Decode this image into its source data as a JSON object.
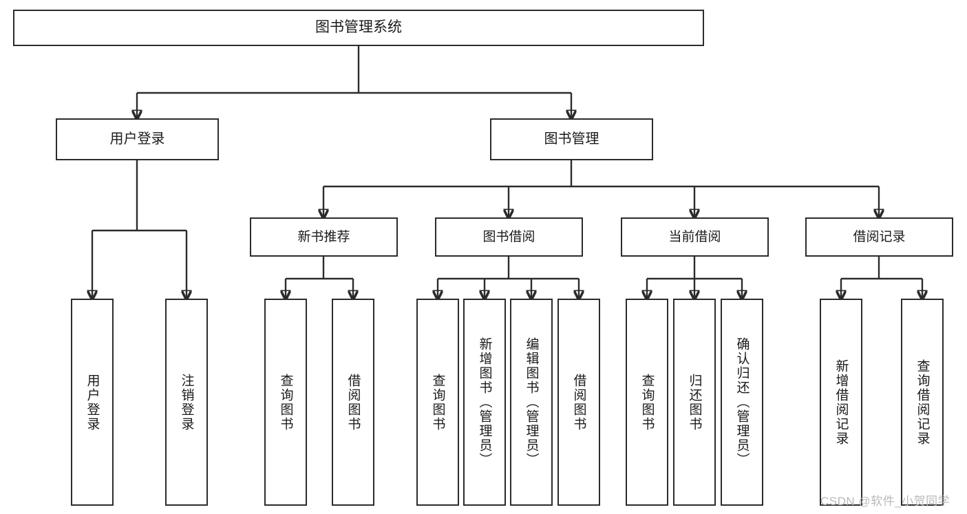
{
  "diagram": {
    "title": "图书管理系统",
    "type": "tree",
    "root": {
      "label": "图书管理系统"
    },
    "level1": [
      {
        "label": "用户登录"
      },
      {
        "label": "图书管理"
      }
    ],
    "level2": [
      {
        "label": "新书推荐"
      },
      {
        "label": "图书借阅"
      },
      {
        "label": "当前借阅"
      },
      {
        "label": "借阅记录"
      }
    ],
    "leaves": {
      "user_login": [
        {
          "label": "用户登录"
        },
        {
          "label": "注销登录"
        }
      ],
      "new_book_recommend": [
        {
          "label": "查询图书"
        },
        {
          "label": "借阅图书"
        }
      ],
      "book_borrow": [
        {
          "label": "查询图书"
        },
        {
          "label": "新增图书（管理员）"
        },
        {
          "label": "编辑图书（管理员）"
        },
        {
          "label": "借阅图书"
        }
      ],
      "current_borrow": [
        {
          "label": "查询图书"
        },
        {
          "label": "归还图书"
        },
        {
          "label": "确认归还（管理员）"
        }
      ],
      "borrow_record": [
        {
          "label": "新增借阅记录"
        },
        {
          "label": "查询借阅记录"
        }
      ]
    }
  },
  "watermark": {
    "text": "CSDN @软件_小贺同学"
  },
  "colors": {
    "stroke": "#2b2b2b",
    "background": "#ffffff",
    "text": "#1a1a1a",
    "watermark": "#b9b9b9"
  }
}
